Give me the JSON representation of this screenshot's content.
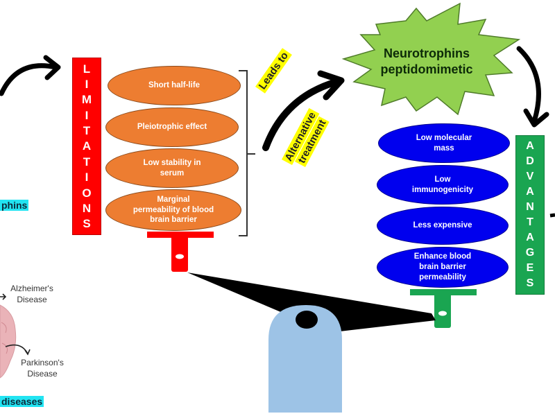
{
  "limitations": {
    "label": "LIMITATIONS",
    "color": "#ff0000",
    "items": [
      "Short half-life",
      "Pleiotrophic effect",
      "Low stability in serum",
      "Marginal permeability of blood brain barrier"
    ]
  },
  "advantages": {
    "label": "ADVANTAGES",
    "color": "#1aa551",
    "items": [
      "Low molecular mass",
      "Low immunogenicity",
      "Less expensive",
      "Enhance blood brain barrier permeability"
    ]
  },
  "center": {
    "title_line1": "Neurotrophins",
    "title_line2": "peptidomimetic",
    "star_color": "#92d050"
  },
  "transition": {
    "label1": "Leads to",
    "label2_line1": "Alternative",
    "label2_line2": "treatment"
  },
  "left_panel": {
    "partial_label_top": "phins",
    "disease1_line1": "Alzheimer's",
    "disease1_line2": "Disease",
    "disease2_line1": "Parkinson's",
    "disease2_line2": "Disease",
    "partial_label_bottom": "diseases"
  }
}
